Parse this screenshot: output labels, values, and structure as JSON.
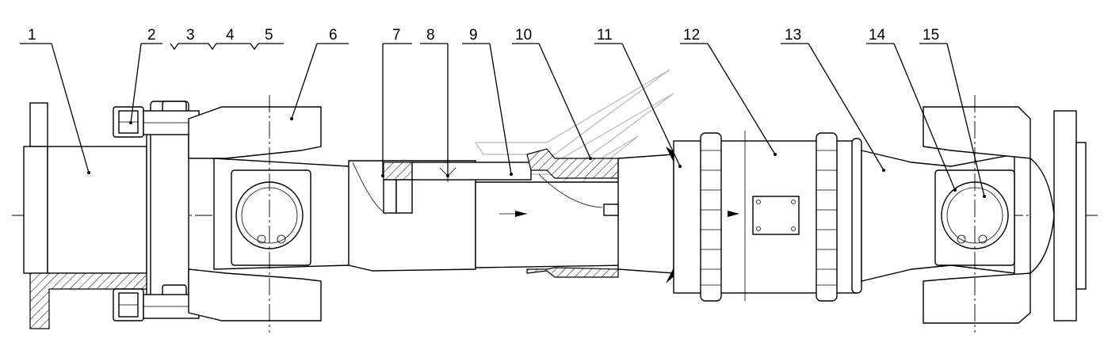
{
  "callouts": [
    {
      "num": "1"
    },
    {
      "num": "2"
    },
    {
      "num": "3"
    },
    {
      "num": "4"
    },
    {
      "num": "5"
    },
    {
      "num": "6"
    },
    {
      "num": "7"
    },
    {
      "num": "8"
    },
    {
      "num": "9"
    },
    {
      "num": "10"
    },
    {
      "num": "11"
    },
    {
      "num": "12"
    },
    {
      "num": "13"
    },
    {
      "num": "14"
    },
    {
      "num": "15"
    }
  ]
}
